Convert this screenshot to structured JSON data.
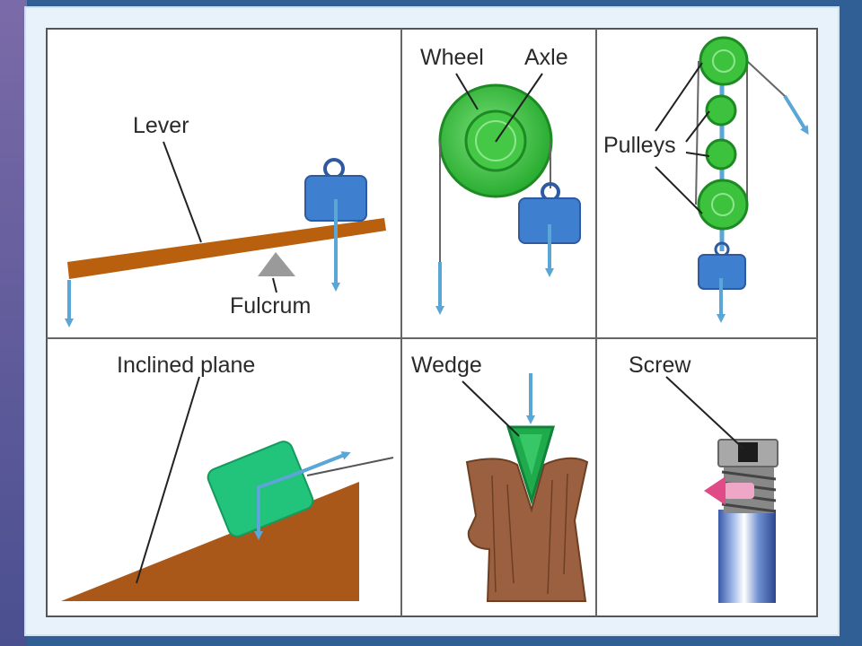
{
  "labels": {
    "lever": "Lever",
    "fulcrum": "Fulcrum",
    "wheel": "Wheel",
    "axle": "Axle",
    "pulleys": "Pulleys",
    "inclined_plane": "Inclined plane",
    "wedge": "Wedge",
    "screw": "Screw"
  },
  "colors": {
    "background": "#2f5f95",
    "panel": "#ffffff",
    "lever_wood": "#b8600e",
    "weight_blue": "#3f7fcf",
    "arrow": "#5aa6d6",
    "wheel_green": "#3cc23c",
    "ramp": "#a9581a",
    "block_green": "#22c37a",
    "wedge_green": "#1faa4c",
    "trunk": "#9b6040",
    "screw_arrow": "#e04a86"
  }
}
